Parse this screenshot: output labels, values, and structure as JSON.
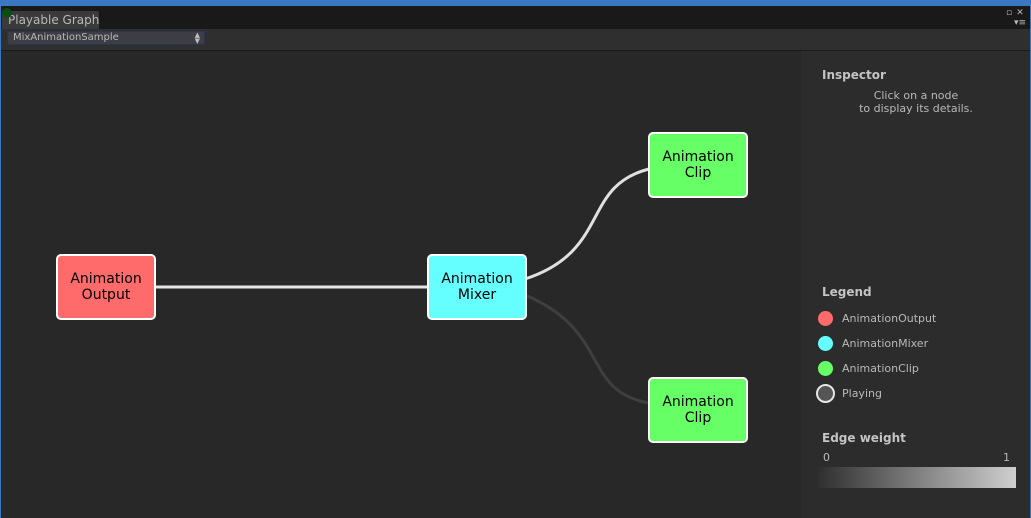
{
  "window": {
    "tab_title": "Playable Graph"
  },
  "toolbar": {
    "graph_selector_value": "MixAnimationSample"
  },
  "graph": {
    "nodes": {
      "output": "Animation\nOutput",
      "mixer": "Animation\nMixer",
      "clip_top": "Animation\nClip",
      "clip_bottom": "Animation\nClip"
    }
  },
  "colors": {
    "animation_output": "#ff6b6b",
    "animation_mixer": "#66ffff",
    "animation_clip": "#66ff66",
    "playing_ring": "#e6e6e6"
  },
  "inspector": {
    "title": "Inspector",
    "hint": "Click on a node\nto display its details."
  },
  "legend": {
    "title": "Legend",
    "items": [
      "AnimationOutput",
      "AnimationMixer",
      "AnimationClip",
      "Playing"
    ]
  },
  "edge_weight": {
    "title": "Edge weight",
    "min_label": "0",
    "max_label": "1"
  }
}
